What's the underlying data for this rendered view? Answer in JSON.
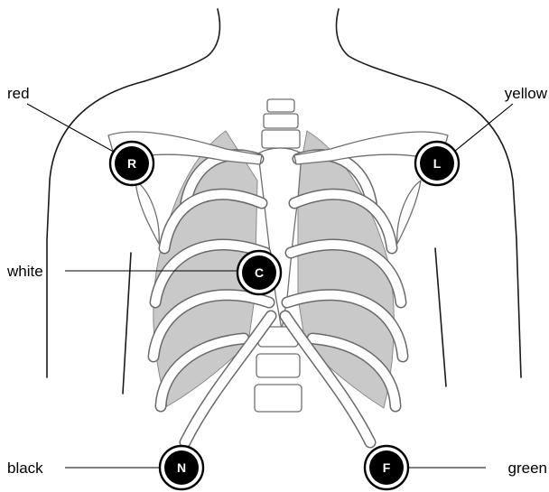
{
  "electrodes": {
    "R": {
      "letter": "R",
      "color_label": "red"
    },
    "L": {
      "letter": "L",
      "color_label": "yellow"
    },
    "C": {
      "letter": "C",
      "color_label": "white"
    },
    "N": {
      "letter": "N",
      "color_label": "black"
    },
    "F": {
      "letter": "F",
      "color_label": "green"
    }
  },
  "colors": {
    "ink": "#000000",
    "bone_outline": "#6f6f6f",
    "lung_fill": "#c9c9c9",
    "background": "#ffffff"
  }
}
